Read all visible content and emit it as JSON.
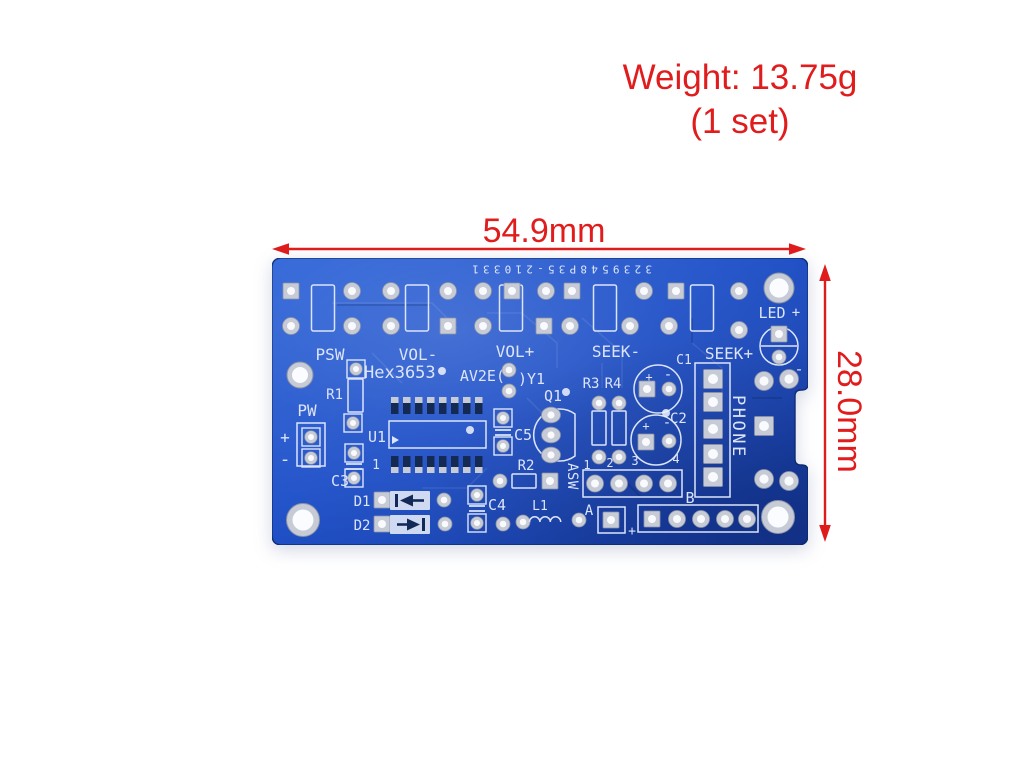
{
  "annotations": {
    "weight_line1": "Weight: 13.75g",
    "weight_line2": "(1 set)",
    "width_label": "54.9mm",
    "height_label": "28.0mm"
  },
  "colors": {
    "annotation_red": "#e01c1c",
    "pcb_blue": "#2051c8",
    "silkscreen": "#dce4f8",
    "pad_silver": "#c6cbd6",
    "background": "#ffffff"
  },
  "pcb_silkscreen": {
    "serial": "3239548P35-210331",
    "psw": "PSW",
    "vol_minus": "VOL-",
    "vol_plus": "VOL+",
    "seek_minus": "SEEK-",
    "seek_plus": "SEEK+",
    "led": "LED",
    "hex_ic": "Hex3653",
    "av2e": "AV2E(",
    "y1": ")Y1",
    "r1": "R1",
    "pw": "PW",
    "u1": "U1",
    "pin1": "1",
    "c1": "C1",
    "c2": "C2",
    "c3": "C3",
    "c4": "C4",
    "c5": "C5",
    "r2": "R2",
    "r3": "R3",
    "r4": "R4",
    "q1": "Q1",
    "d1": "D1",
    "d2": "D2",
    "l1": "L1",
    "asw": "ASW",
    "asw_pins": [
      "1",
      "2",
      "3",
      "4"
    ],
    "a_pad": "A",
    "b_conn": "B",
    "phone": "PHONE",
    "plus": "+",
    "minus": "-"
  }
}
